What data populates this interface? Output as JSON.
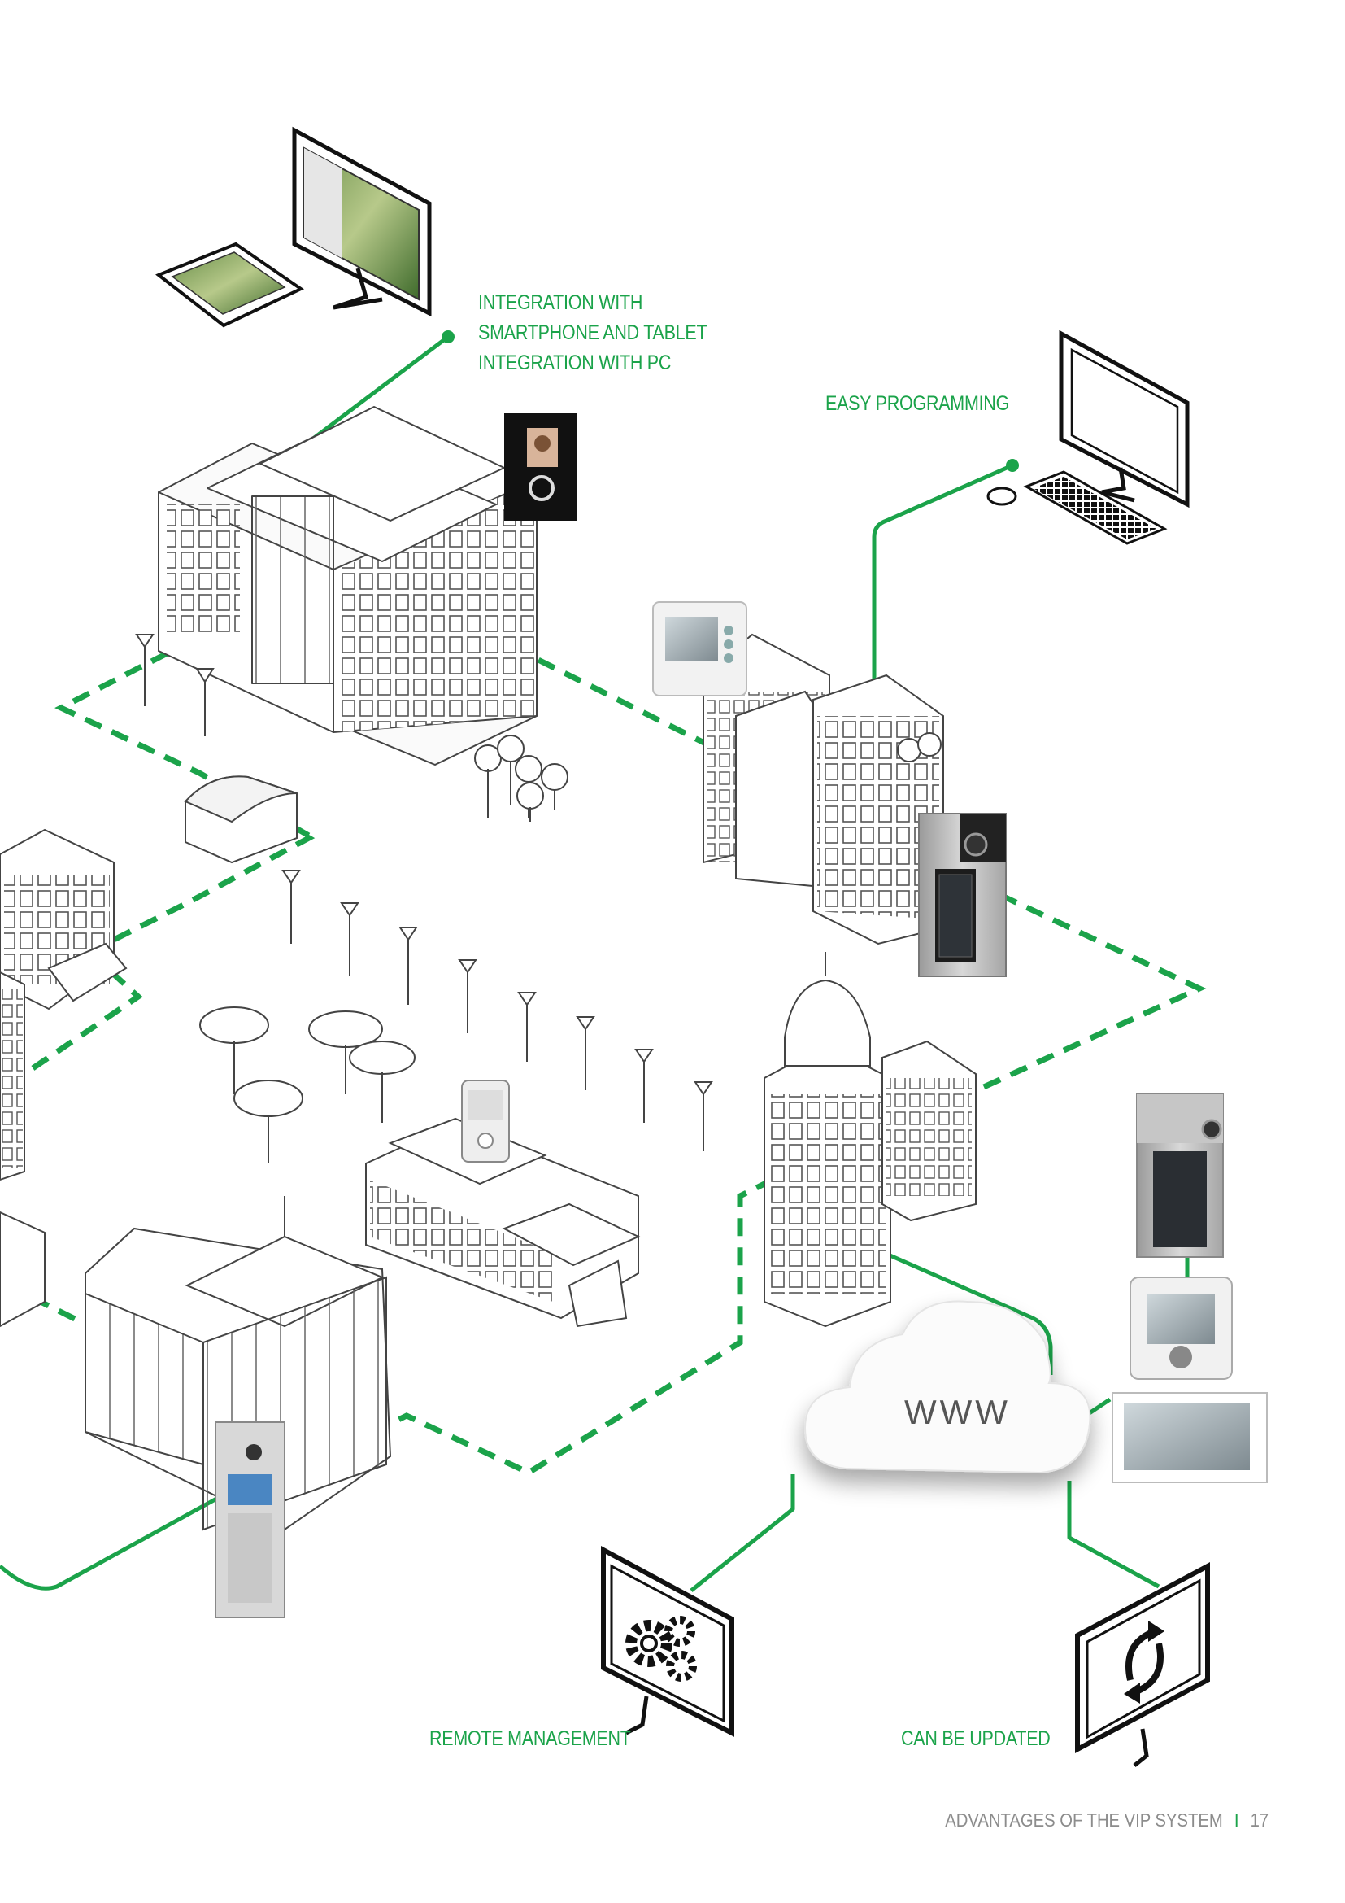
{
  "labels": {
    "integration": [
      "INTEGRATION WITH",
      "SMARTPHONE AND TABLET",
      "INTEGRATION WITH PC"
    ],
    "easy_programming": "EASY PROGRAMMING",
    "remote_management": "REMOTE MANAGEMENT",
    "can_be_updated": "CAN BE UPDATED"
  },
  "cloud_text": "WWW",
  "footer": {
    "section": "ADVANTAGES OF THE VIP SYSTEM",
    "separator": "I",
    "page_number": "17"
  },
  "colors": {
    "accent_green": "#1ba34a",
    "outline": "#333333",
    "footer_gray": "#8c8c8c"
  },
  "icons": [
    "tablet-icon",
    "desktop-monitor-icon",
    "keyboard-icon",
    "mouse-icon",
    "gears-monitor-icon",
    "refresh-monitor-icon",
    "cloud-icon"
  ]
}
